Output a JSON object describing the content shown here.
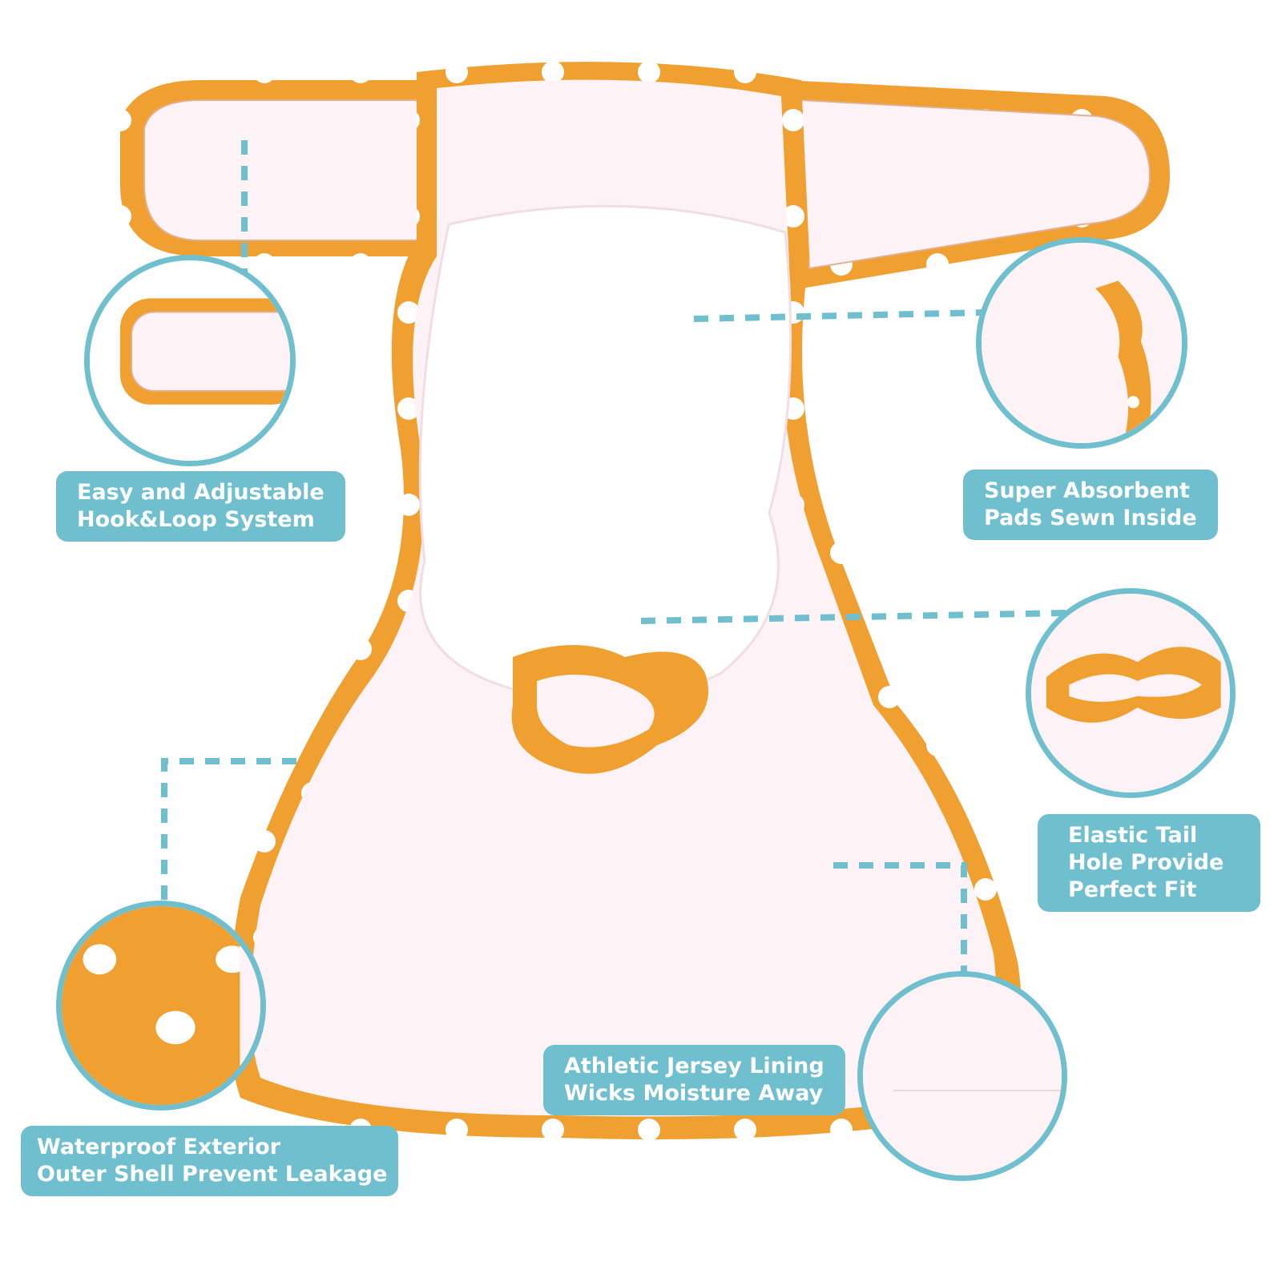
{
  "colors": {
    "accent": "#6fbfcf",
    "shell_orange": "#f0a030",
    "dot_white": "#ffffff",
    "lining": "#fdf3f6"
  },
  "features": [
    {
      "id": "hook-loop",
      "lines": [
        "Easy and Adjustable",
        "Hook&Loop System"
      ]
    },
    {
      "id": "absorbent-pads",
      "lines": [
        "Super Absorbent",
        "Pads Sewn Inside"
      ]
    },
    {
      "id": "elastic-tail",
      "lines": [
        "Elastic Tail",
        "Hole Provide",
        "Perfect Fit"
      ]
    },
    {
      "id": "jersey-lining",
      "lines": [
        "Athletic Jersey Lining",
        "Wicks Moisture Away"
      ]
    },
    {
      "id": "waterproof-shell",
      "lines": [
        "Waterproof Exterior",
        "Outer Shell Prevent Leakage"
      ]
    }
  ]
}
